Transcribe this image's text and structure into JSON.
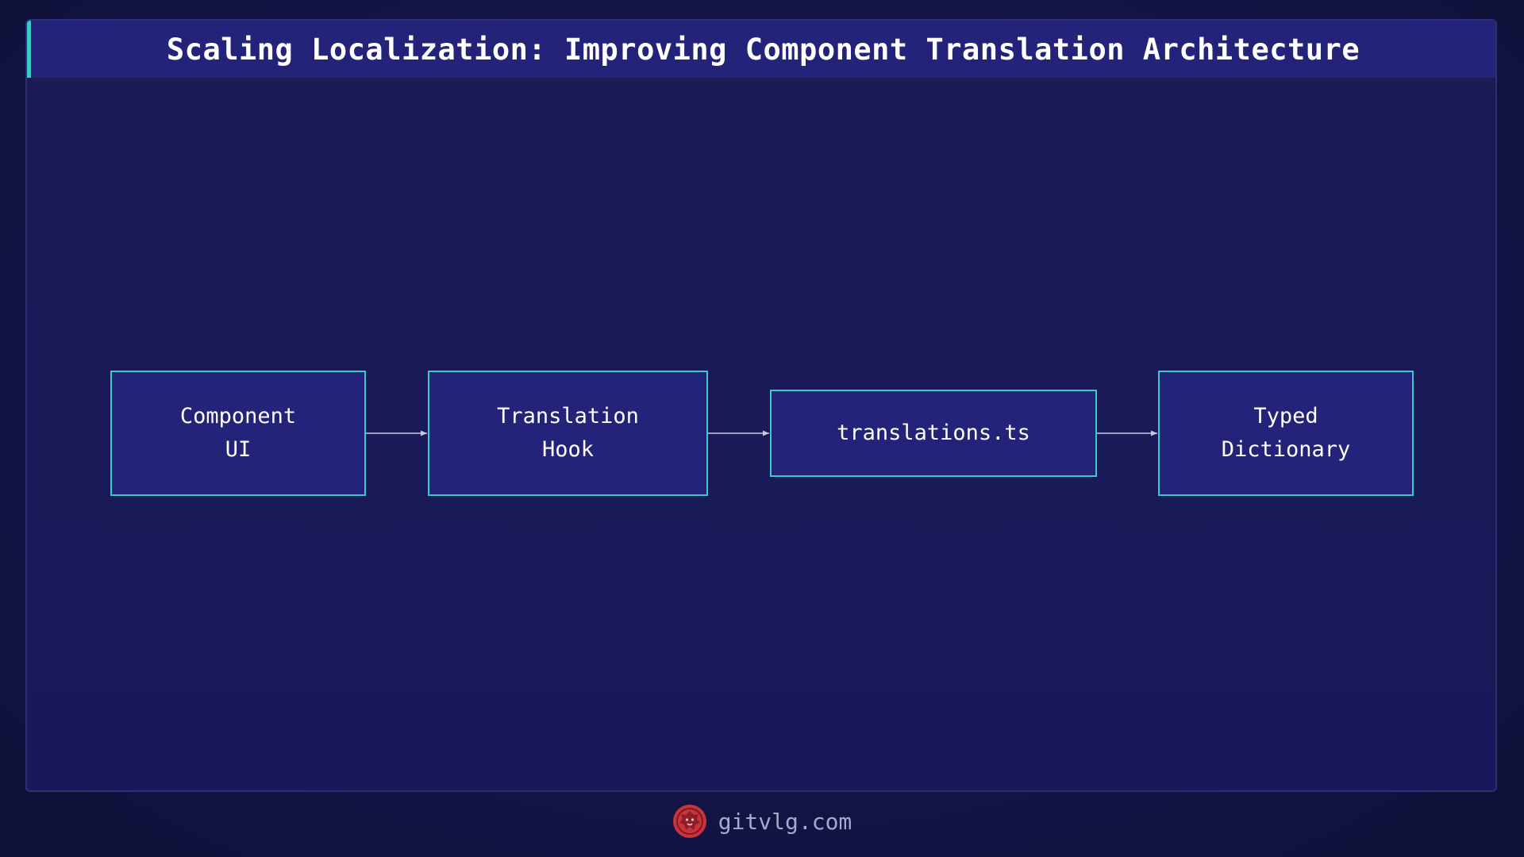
{
  "title": "Scaling Localization: Improving Component Translation Architecture",
  "nodes": [
    {
      "id": "component-ui",
      "label": "Component\nUI"
    },
    {
      "id": "translation-hook",
      "label": "Translation\nHook"
    },
    {
      "id": "translations-ts",
      "label": "translations.ts"
    },
    {
      "id": "typed-dictionary",
      "label": "Typed\nDictionary"
    }
  ],
  "edges": [
    {
      "from": "component-ui",
      "to": "translation-hook"
    },
    {
      "from": "translation-hook",
      "to": "translations-ts"
    },
    {
      "from": "translations-ts",
      "to": "typed-dictionary"
    }
  ],
  "footer": {
    "site": "gitvlg.com",
    "logo": "lion-head-icon"
  },
  "colors": {
    "background": "#141448",
    "panel": "#1b1b56",
    "node_fill": "#23237a",
    "node_border": "#3ec8c8",
    "arrow": "#c9cbe6",
    "accent": "#3ec8c8",
    "logo": "#c9333b"
  }
}
